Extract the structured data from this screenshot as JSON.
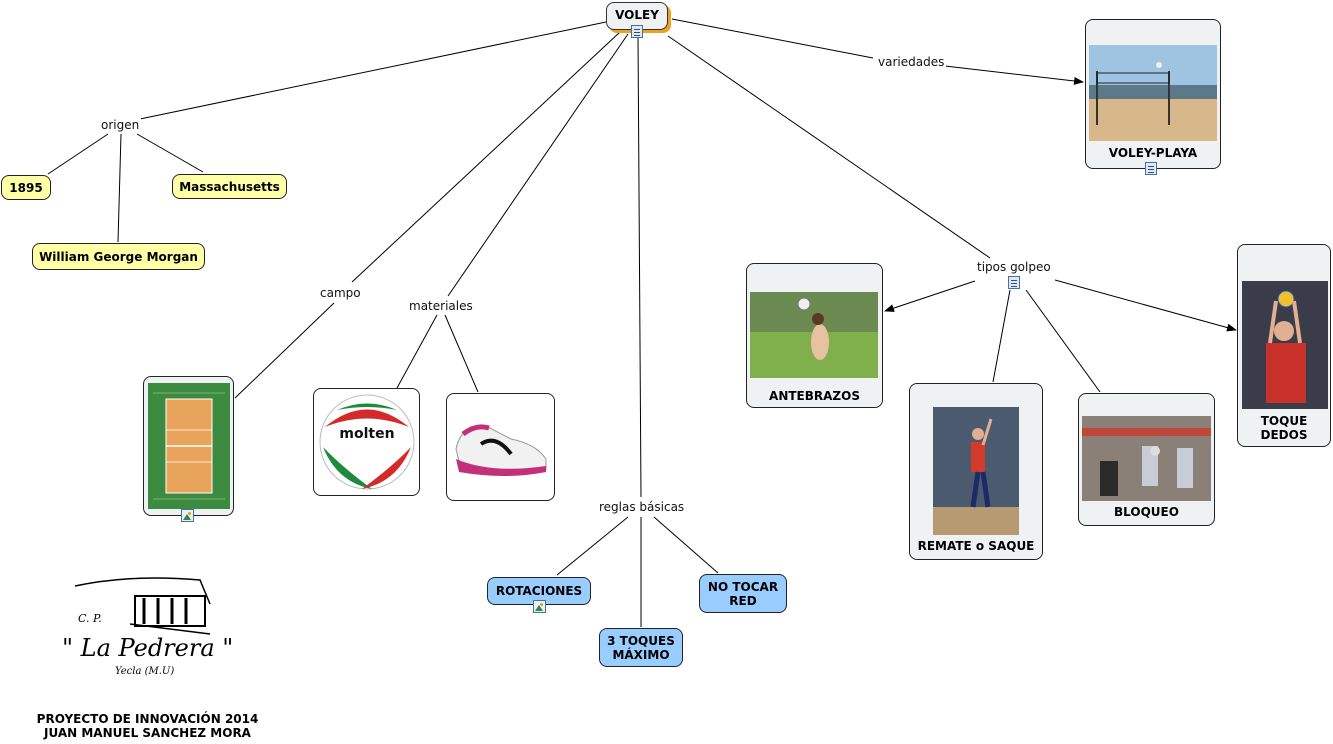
{
  "root": {
    "label": "VOLEY"
  },
  "links_labels": {
    "origen": "origen",
    "campo": "campo",
    "materiales": "materiales",
    "reglas": "reglas básicas",
    "tipos": "tipos golpeo",
    "variedades": "variedades"
  },
  "origen": {
    "year": "1895",
    "place": "Massachusetts",
    "inventor": "William George Morgan"
  },
  "reglas": {
    "rotaciones": "ROTACIONES",
    "toques": "3 TOQUES MÁXIMO",
    "red": "NO TOCAR RED"
  },
  "golpeo": {
    "antebrazos": "ANTEBRAZOS",
    "remate": "REMATE o SAQUE",
    "bloqueo": "BLOQUEO",
    "toque": "TOQUE DEDOS"
  },
  "variedades": {
    "playa": "VOLEY-PLAYA"
  },
  "logo": {
    "cp": "C. P.",
    "name": "\" La Pedrera \"",
    "town": "Yecla (M.U)"
  },
  "ball_brand": "molten",
  "footer": {
    "line1": "PROYECTO DE INNOVACIÓN 2014",
    "line2": "JUAN MANUEL SANCHEZ MORA"
  },
  "colors": {
    "yellow_node": "#ffffa6",
    "blue_node": "#99ccff",
    "gray_node": "#eef2f2",
    "green_node": "#ccffcc"
  }
}
